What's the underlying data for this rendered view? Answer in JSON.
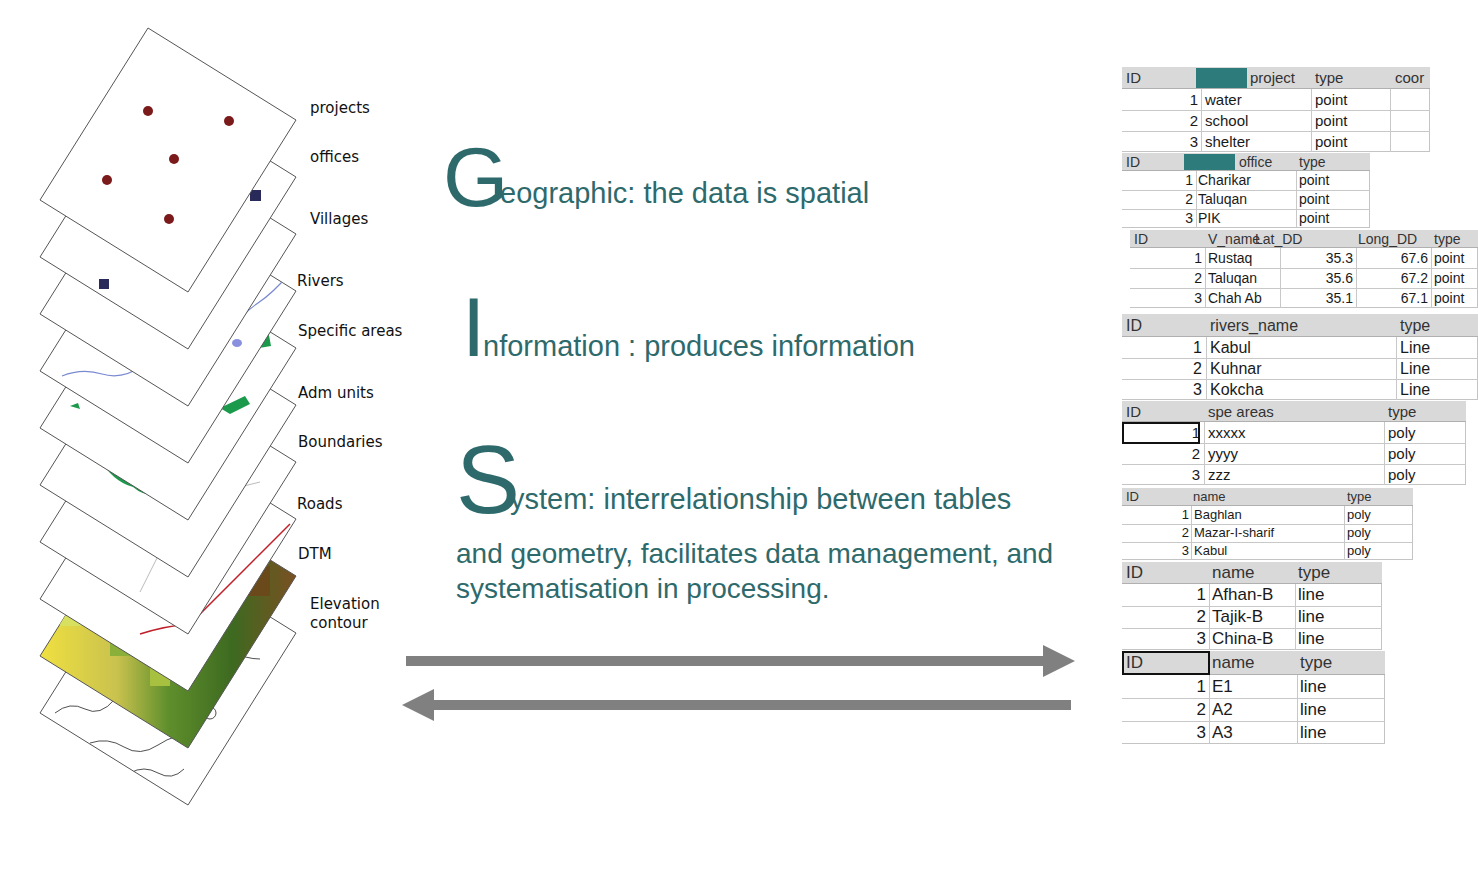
{
  "diagram": {
    "labels": [
      "projects",
      "offices",
      "Villages",
      "Rivers",
      "Specific areas",
      "Adm units",
      "Boundaries",
      "Roads",
      "DTM",
      "Elevation contour",
      "G",
      "eographic: the data is spatial",
      "I",
      "nformation : produces information",
      "S",
      "ystem: interrelationship between tables",
      "and geometry, facilitates data management, and systematisation in processing.",
      "ID",
      "project",
      "type",
      "coor",
      "1",
      "water",
      "point",
      "2",
      "school",
      "point",
      "3",
      "shelter",
      "point",
      "ID",
      "office",
      "type",
      "1",
      "Charikar",
      "point",
      "2",
      "Taluqan",
      "point",
      "3",
      "PIK",
      "point",
      "ID",
      "V_name",
      "Lat_DD",
      "Long_DD",
      "type",
      "1",
      "Rustaq",
      "35.3",
      "67.6",
      "point",
      "2",
      "Taluqan",
      "35.6",
      "67.2",
      "point",
      "3",
      "Chah Ab",
      "35.1",
      "67.1",
      "point",
      "ID",
      "rivers_name",
      "type",
      "1",
      "Kabul",
      "Line",
      "2",
      "Kuhnar",
      "Line",
      "3",
      "Kokcha",
      "Line",
      "ID",
      "spe areas",
      "type",
      "1",
      "xxxxx",
      "poly",
      "2",
      "yyyy",
      "poly",
      "3",
      "zzz",
      "poly",
      "ID",
      "name",
      "type",
      "1",
      "Baghlan",
      "poly",
      "2",
      "Mazar-I-sharif",
      "poly",
      "3",
      "Kabul",
      "poly",
      "ID",
      "name",
      "type",
      "1",
      "Afhan-B",
      "line",
      "2",
      "Tajik-B",
      "line",
      "3",
      "China-B",
      "line",
      "ID",
      "name",
      "type",
      "1",
      "E1",
      "line",
      "2",
      "A2",
      "line",
      "3",
      "A3",
      "line"
    ]
  }
}
